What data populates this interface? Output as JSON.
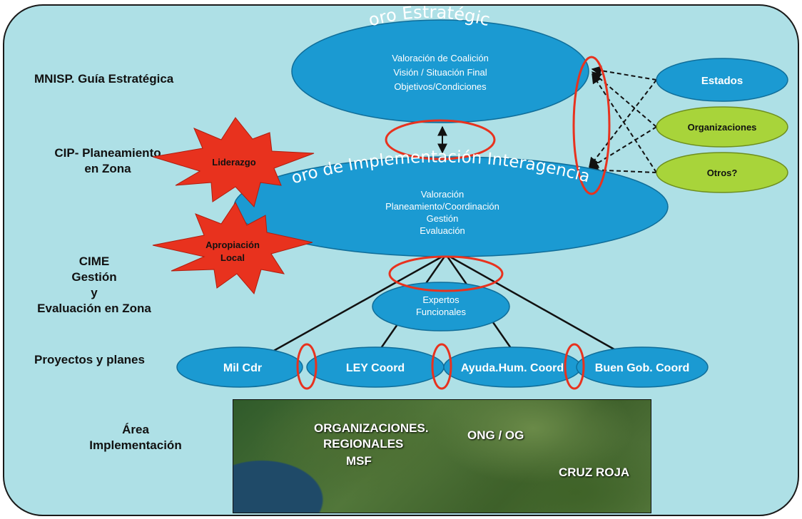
{
  "left_labels": {
    "mnisp": "MNISP. Guía Estratégica",
    "cip_line1": "CIP- Planeamiento",
    "cip_line2": "en Zona",
    "cime_line1": "CIME",
    "cime_line2": "Gestión",
    "cime_line3": "y",
    "cime_line4": "Evaluación en Zona",
    "proyectos": "Proyectos y planes",
    "area_line1": "Área",
    "area_line2": "Implementación"
  },
  "foro_estrategico": {
    "title": "Foro Estratégico",
    "lines": [
      "Valoración de Coalición",
      "Visión / Situación Final",
      "Objetivos/Condiciones"
    ]
  },
  "foro_implementacion": {
    "title": "Foro de Implementación Interagencias",
    "lines": [
      "Valoración",
      "Planeamiento/Coordinación",
      "Gestión",
      "Evaluación"
    ]
  },
  "stars": {
    "liderazgo": "Liderazgo",
    "apropiacion_line1": "Apropiación",
    "apropiacion_line2": "Local"
  },
  "actors": {
    "estados": "Estados",
    "organizaciones": "Organizaciones",
    "otros": "Otros?"
  },
  "expertos": {
    "line1": "Expertos",
    "line2": "Funcionales"
  },
  "projects": [
    "Mil Cdr",
    "LEY Coord",
    "Ayuda.Hum. Coord",
    "Buen Gob. Coord"
  ],
  "map_labels": {
    "org_line1": "ORGANIZACIONES.",
    "org_line2": "REGIONALES",
    "msf": "MSF",
    "ong": "ONG / OG",
    "cruz_roja": "CRUZ ROJA"
  },
  "colors": {
    "panel_background": "#aee0e6",
    "ellipse_blue": "#1b9ad2",
    "ellipse_green": "#a8d43a",
    "highlight_red": "#e8321e",
    "star_red": "#e8321e"
  }
}
